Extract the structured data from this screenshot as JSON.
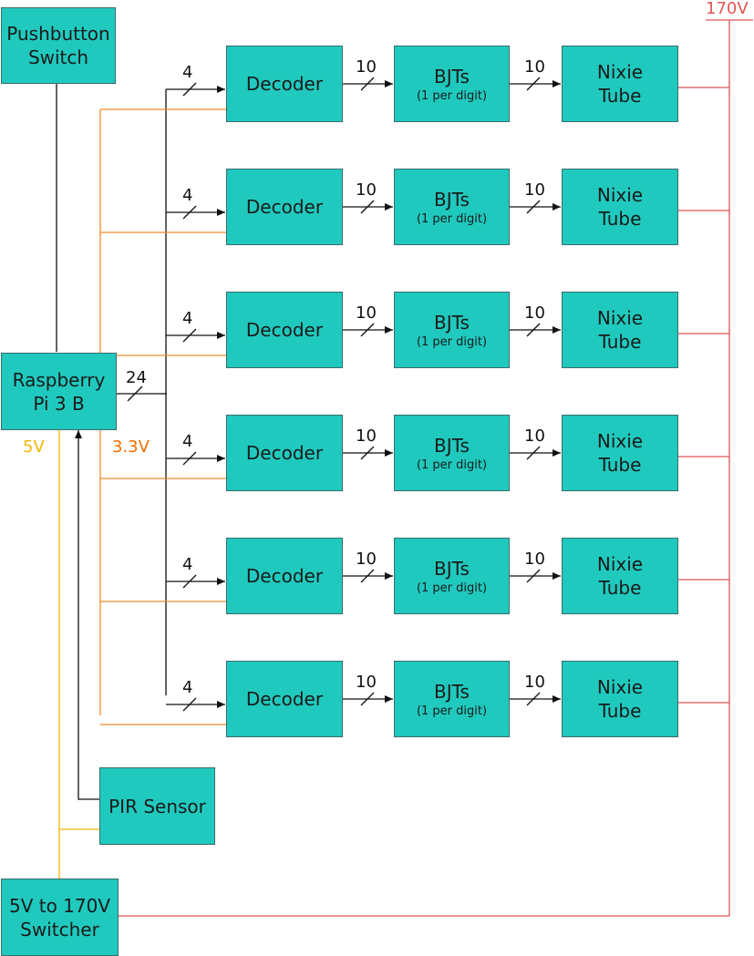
{
  "blocks": {
    "pushbutton": [
      "Pushbutton",
      "Switch"
    ],
    "raspberry": [
      "Raspberry",
      "Pi 3 B"
    ],
    "pir": [
      "PIR Sensor"
    ],
    "switcher": [
      "5V to 170V",
      "Switcher"
    ]
  },
  "rows": [
    {
      "bus_width": "4",
      "decoder": "Decoder",
      "bjt_width": "10",
      "bjt": "BJTs",
      "bjt_note": "(1 per digit)",
      "tube_width": "10",
      "tube": [
        "Nixie",
        "Tube"
      ]
    },
    {
      "bus_width": "4",
      "decoder": "Decoder",
      "bjt_width": "10",
      "bjt": "BJTs",
      "bjt_note": "(1 per digit)",
      "tube_width": "10",
      "tube": [
        "Nixie",
        "Tube"
      ]
    },
    {
      "bus_width": "4",
      "decoder": "Decoder",
      "bjt_width": "10",
      "bjt": "BJTs",
      "bjt_note": "(1 per digit)",
      "tube_width": "10",
      "tube": [
        "Nixie",
        "Tube"
      ]
    },
    {
      "bus_width": "4",
      "decoder": "Decoder",
      "bjt_width": "10",
      "bjt": "BJTs",
      "bjt_note": "(1 per digit)",
      "tube_width": "10",
      "tube": [
        "Nixie",
        "Tube"
      ]
    },
    {
      "bus_width": "4",
      "decoder": "Decoder",
      "bjt_width": "10",
      "bjt": "BJTs",
      "bjt_note": "(1 per digit)",
      "tube_width": "10",
      "tube": [
        "Nixie",
        "Tube"
      ]
    },
    {
      "bus_width": "4",
      "decoder": "Decoder",
      "bjt_width": "10",
      "bjt": "BJTs",
      "bjt_note": "(1 per digit)",
      "tube_width": "10",
      "tube": [
        "Nixie",
        "Tube"
      ]
    }
  ],
  "labels": {
    "main_bus_width": "24",
    "voltage_5v": "5V",
    "voltage_3v3": "3.3V",
    "voltage_170v": "170V"
  },
  "colors": {
    "box_fill": "#20c9be",
    "box_border": "#3a6b6b",
    "wire_black": "#111111",
    "wire_5v": "#f2b705",
    "wire_3v3": "#f08a2c",
    "wire_170v": "#e05555"
  }
}
